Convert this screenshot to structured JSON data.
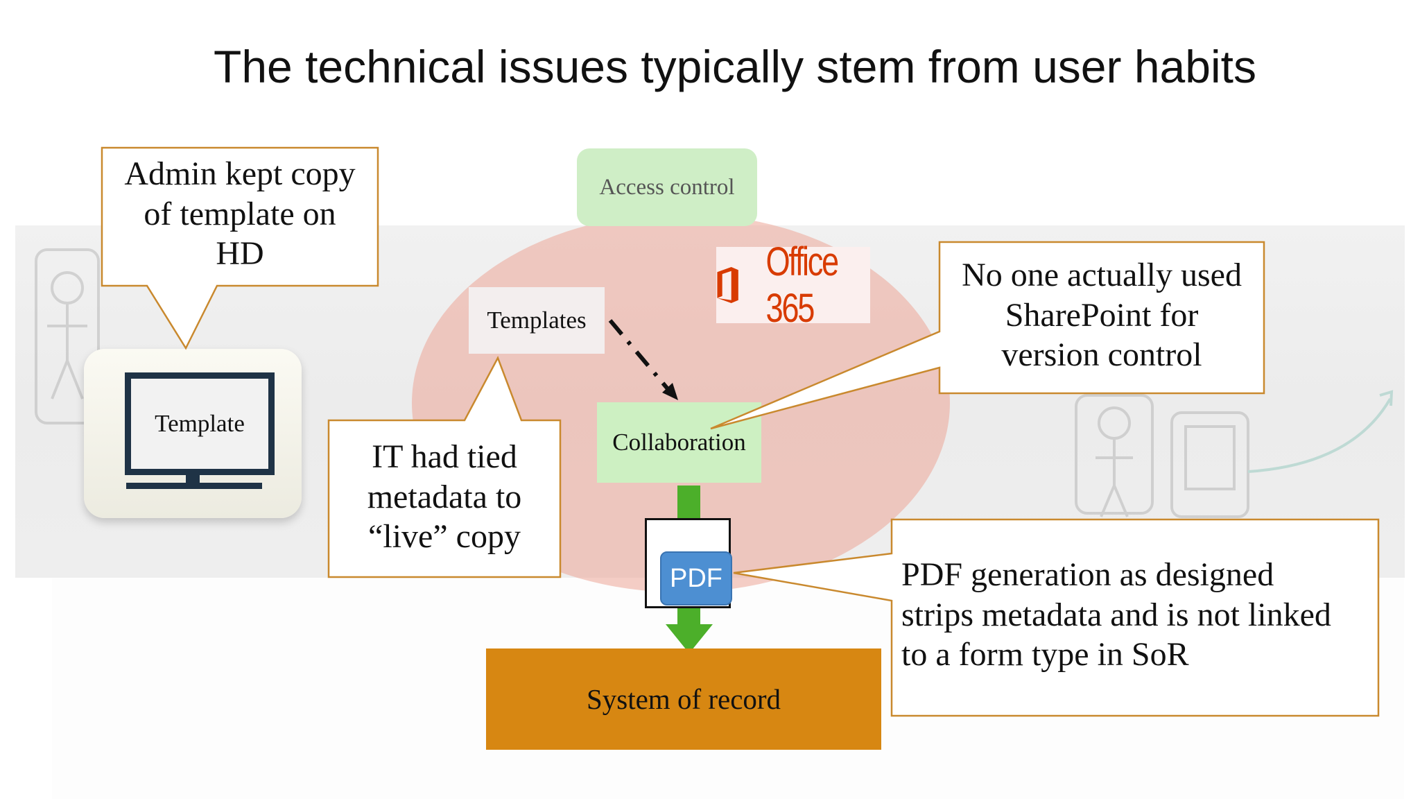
{
  "title": "The technical issues typically stem from user habits",
  "nodes": {
    "access_control": "Access control",
    "templates": "Templates",
    "collaboration": "Collaboration",
    "system_of_record": "System of record",
    "template_screen": "Template",
    "pdf_badge": "PDF",
    "office_logo": "Office 365"
  },
  "callouts": {
    "admin": [
      "Admin kept copy",
      "of template on",
      "HD"
    ],
    "it": [
      "IT had tied",
      "metadata to",
      "“live” copy"
    ],
    "sharepoint": [
      "No one actually used",
      "SharePoint for",
      "version control"
    ],
    "pdf_generation": [
      "PDF generation as designed",
      "strips metadata and is not linked",
      "to a form type in SoR"
    ]
  },
  "colors": {
    "callout_border": "#c9892e",
    "ellipse": "#eca698",
    "green_box": "#cdf0c2",
    "system_of_record": "#d78712",
    "arrow_green": "#4caf2a",
    "pdf_blue": "#4d8fd2",
    "office_red": "#d83b01"
  }
}
